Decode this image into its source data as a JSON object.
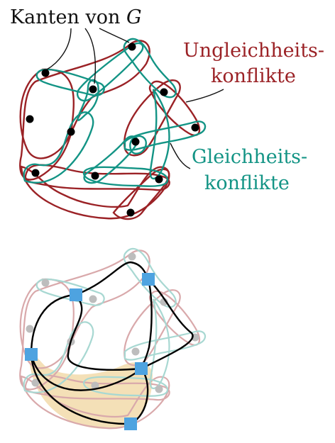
{
  "labels": {
    "edges": {
      "prefix": "Kanten von ",
      "var": "G"
    },
    "inequality_line1": "Ungleichheits-",
    "inequality_line2": "konflikte",
    "equality_line1": "Gleichheits-",
    "equality_line2": "konflikte"
  },
  "colors": {
    "inequality": "#9b2226",
    "equality": "#139485",
    "vertex": "#000000",
    "faded_inequality": "#d9a9ab",
    "faded_equality": "#a8d8d2",
    "faded_vertex": "#bdbdbd",
    "square_node": "#4ea3e0",
    "highlight": "#f3ddb0"
  }
}
